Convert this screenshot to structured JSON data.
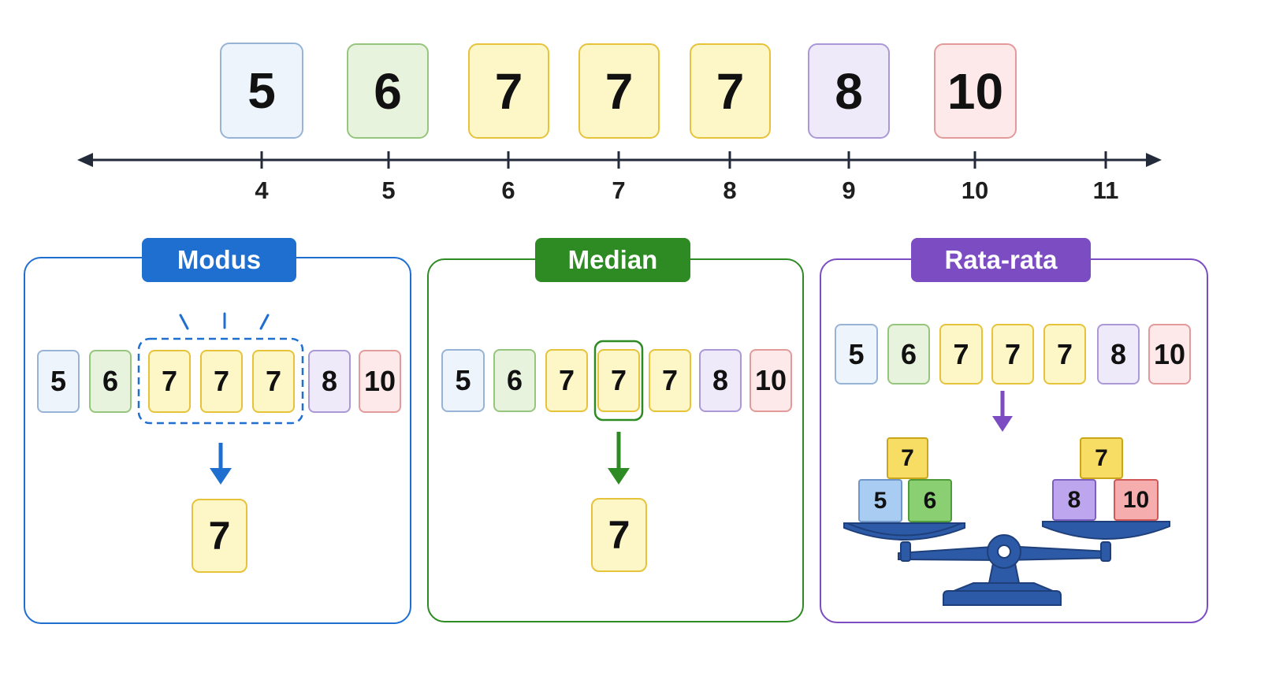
{
  "dataset": [
    "5",
    "6",
    "7",
    "7",
    "7",
    "8",
    "10"
  ],
  "number_line": {
    "ticks": [
      "4",
      "5",
      "6",
      "7",
      "8",
      "9",
      "10",
      "11"
    ]
  },
  "panels": {
    "modus": {
      "title": "Modus",
      "values": [
        "5",
        "6",
        "7",
        "7",
        "7",
        "8",
        "10"
      ],
      "result": "7"
    },
    "median": {
      "title": "Median",
      "values": [
        "5",
        "6",
        "7",
        "7",
        "7",
        "8",
        "10"
      ],
      "result": "7"
    },
    "rata_rata": {
      "title": "Rata-rata",
      "values": [
        "5",
        "6",
        "7",
        "7",
        "7",
        "8",
        "10"
      ],
      "balance_left": {
        "top": "7",
        "bottom": [
          "5",
          "6"
        ]
      },
      "balance_right": {
        "top": "7",
        "bottom": [
          "8",
          "10"
        ]
      }
    }
  },
  "colors": {
    "modus": "#1f6fd1",
    "median": "#2e8b23",
    "rata_rata": "#7b4cc2",
    "scale": "#2c5aa6",
    "axis": "#232a3a"
  },
  "icons": [
    "arrow-down-icon",
    "emphasis-rays-icon",
    "balance-scale-icon"
  ]
}
